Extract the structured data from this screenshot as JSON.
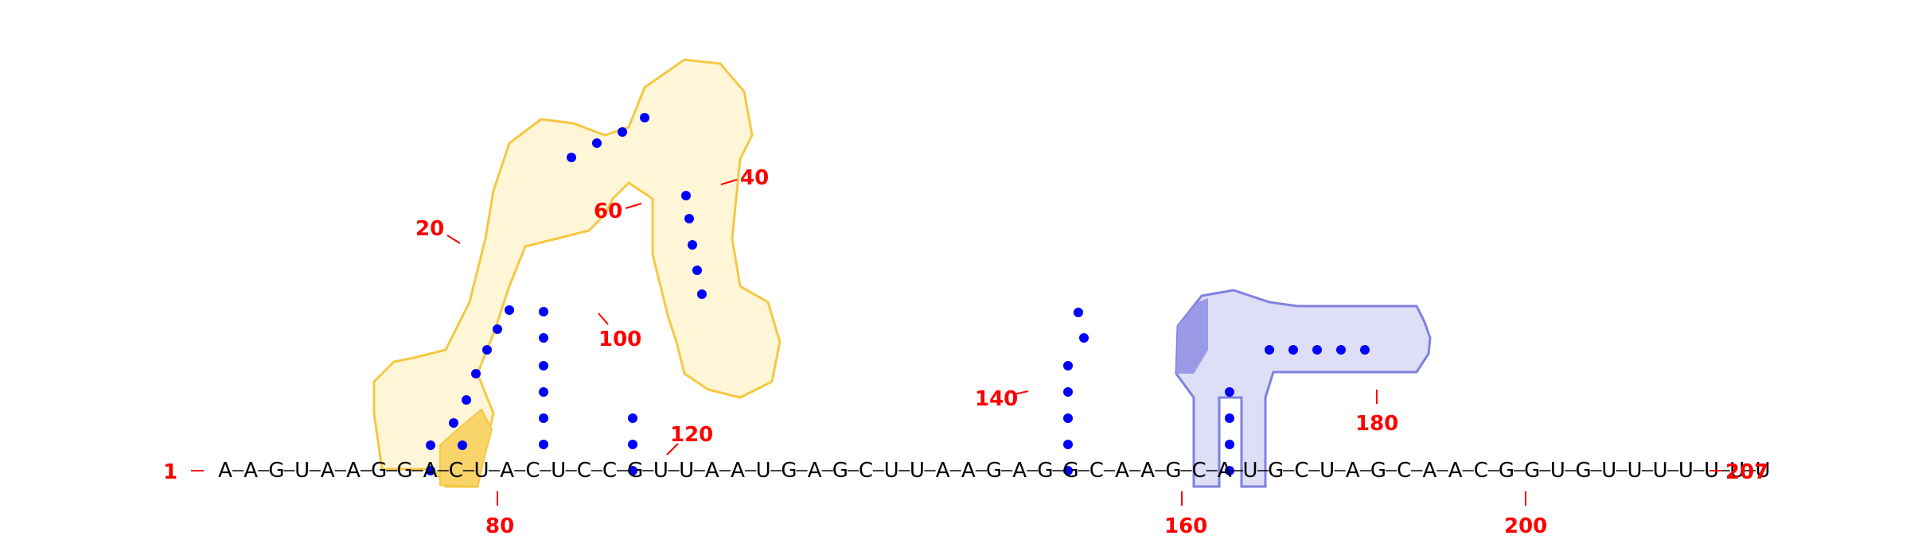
{
  "backbone": {
    "row1": "AAGUAAGGACUACUCCGUUAAUGAGCUUAAGAGGCAAGCAUGCUAGCAACGGUGUUUUUUU",
    "row1_start_index": 1
  },
  "labels": {
    "n1": "1",
    "n20": "20",
    "n40": "40",
    "n60": "60",
    "n80": "80",
    "n100": "100",
    "n120": "120",
    "n140": "140",
    "n160": "160",
    "n180": "180",
    "n200": "200",
    "n207": "207"
  },
  "colors": {
    "nucleotide": "#000000",
    "pair_dot": "#0000ff",
    "position_label": "#ff0000",
    "yellow_region_stroke": "#f5c842",
    "yellow_region_fill": "#fde9a8",
    "blue_region_stroke": "#8080e0",
    "blue_region_fill": "#dadaf4"
  }
}
